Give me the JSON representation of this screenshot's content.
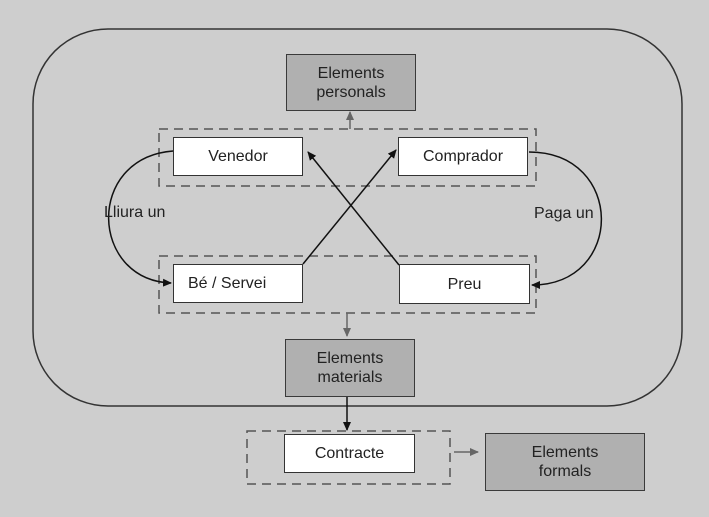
{
  "diagram": {
    "nodes": {
      "personal_elements": "Elements\npersonals",
      "seller": "Venedor",
      "buyer": "Comprador",
      "good_service": "Bé / Servei",
      "price": "Preu",
      "material_elements": "Elements\nmaterials",
      "contract": "Contracte",
      "formal_elements": "Elements\nformals"
    },
    "edge_labels": {
      "delivers": "Lliura un",
      "pays": "Paga un"
    },
    "colors": {
      "background": "#cecece",
      "grey_box": "#b0b0b0",
      "white_box": "#ffffff",
      "line": "#222222",
      "dashed": "#555555"
    }
  }
}
